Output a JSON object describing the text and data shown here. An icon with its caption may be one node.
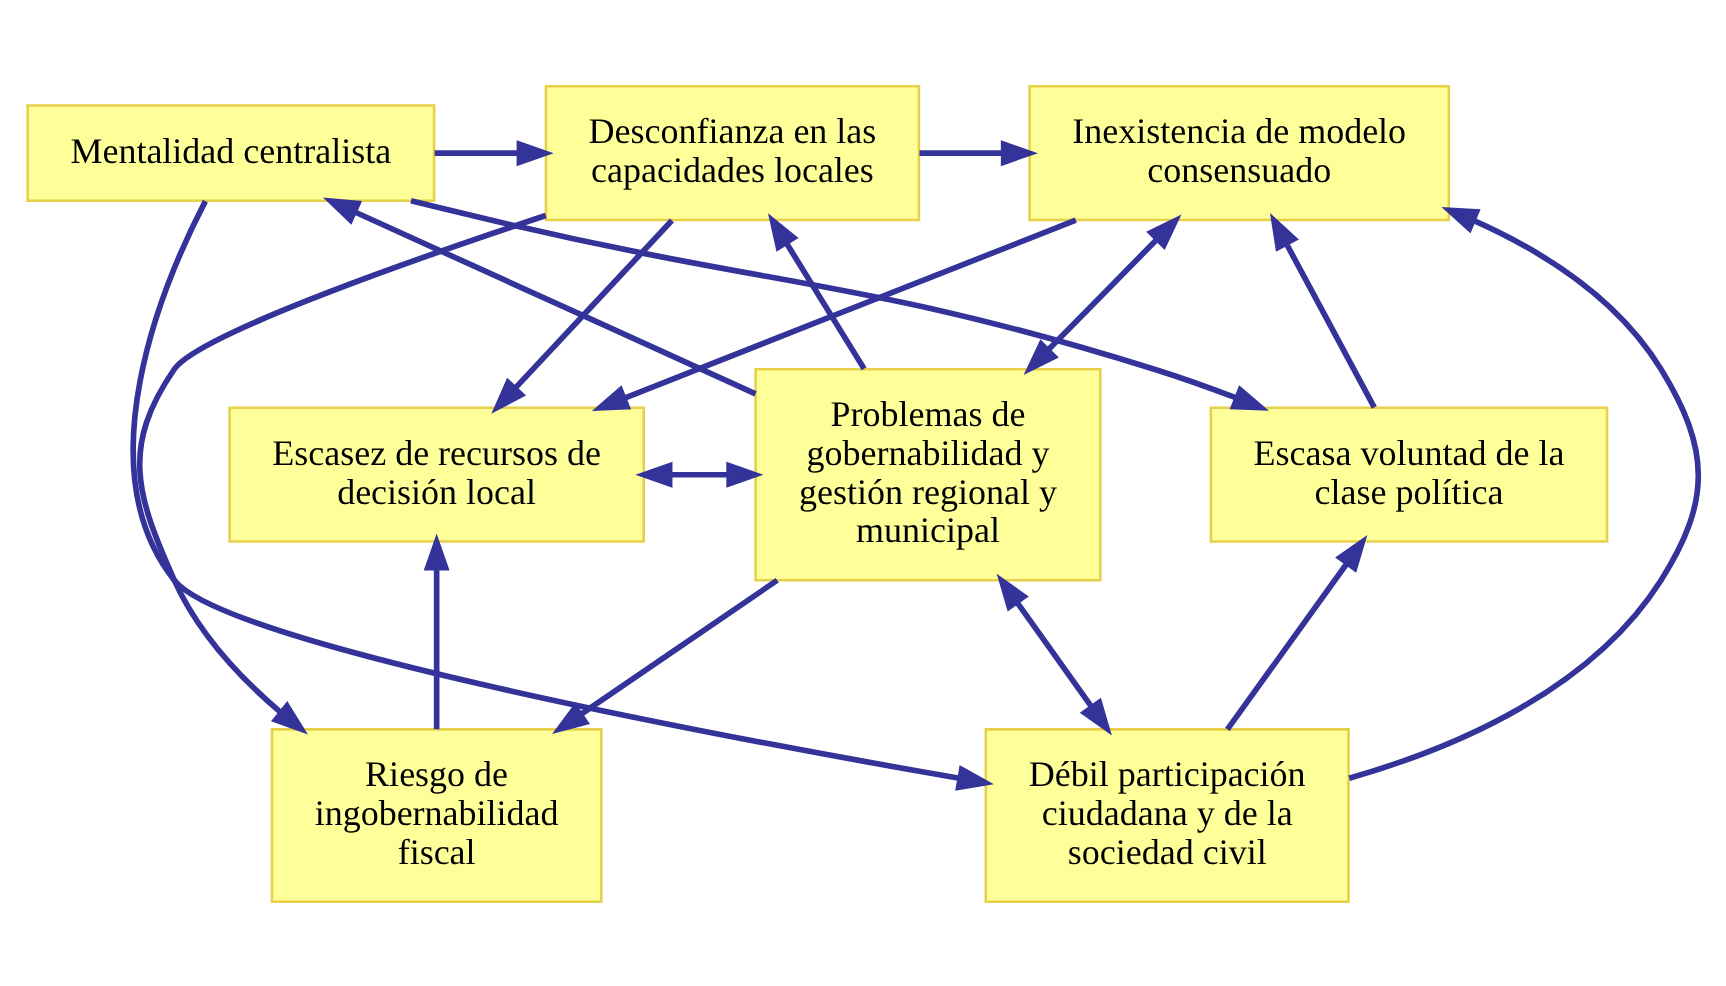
{
  "diagram": {
    "nodes": [
      {
        "text": [
          "Desconfianza en las capacidades locales"
        ]
      },
      {
        "text": [
          "Inexistencia de modelo consensuado"
        ]
      },
      {
        "text": [
          "Mentalidad centralista"
        ]
      },
      {
        "text": [
          "Escasez de recursos de decisión local"
        ]
      },
      {
        "text": [
          "Problemas de gobernabilidad y gestión regional y municipal"
        ]
      },
      {
        "text": [
          "Escasa voluntad de la clase política"
        ]
      },
      {
        "text": [
          "Riesgo de ingobernabilidad fiscal"
        ]
      },
      {
        "text": [
          "Débil participación ciudadana y de la sociedad civil"
        ]
      }
    ],
    "edges": [
      {
        "from": 2,
        "to": 0,
        "arrow": "to"
      },
      {
        "from": 0,
        "to": 1,
        "arrow": "to"
      },
      {
        "from": 1,
        "to": 3,
        "arrow": "to"
      },
      {
        "from": 1,
        "to": 4,
        "arrow": "both"
      },
      {
        "from": 4,
        "to": 0,
        "arrow": "to"
      },
      {
        "from": 4,
        "to": 2,
        "arrow": "to"
      },
      {
        "from": 7,
        "to": 1,
        "arrow": "to"
      },
      {
        "from": 5,
        "to": 1,
        "arrow": "to"
      },
      {
        "from": 2,
        "to": 5,
        "arrow": "to"
      },
      {
        "from": 0,
        "to": 3,
        "arrow": "to"
      },
      {
        "from": 3,
        "to": 4,
        "arrow": "both"
      },
      {
        "from": 4,
        "to": 6,
        "arrow": "to"
      },
      {
        "from": 6,
        "to": 3,
        "arrow": "to"
      },
      {
        "from": 4,
        "to": 7,
        "arrow": "both"
      },
      {
        "from": 7,
        "to": 5,
        "arrow": "to"
      },
      {
        "from": 0,
        "to": 6,
        "arrow": "to"
      },
      {
        "from": 2,
        "to": 7,
        "arrow": "to"
      }
    ]
  }
}
